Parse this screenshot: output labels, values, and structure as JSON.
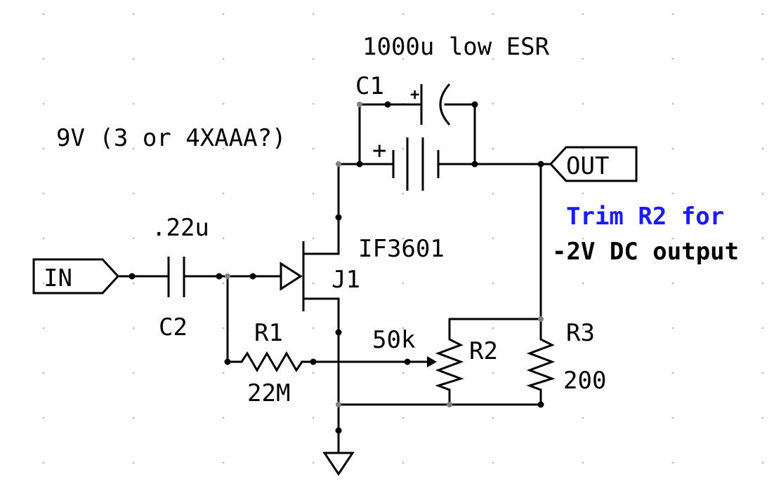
{
  "labels": {
    "cap_c1_value": "1000u low ESR",
    "cap_c1_ref": "C1",
    "battery_desc": "9V (3 or 4XAAA?)",
    "cap_c2_value": ".22u",
    "cap_c2_ref": "C2",
    "jfet_part": "IF3601",
    "jfet_ref": "J1",
    "r1_ref": "R1",
    "r1_value": "22M",
    "r2_value": "50k",
    "r2_ref": "R2",
    "r3_ref": "R3",
    "r3_value": "200",
    "port_in": "IN",
    "port_out": "OUT",
    "note_line1": "Trim R2 for",
    "note_line2": "-2V DC output",
    "plus_sign": "+"
  },
  "colors": {
    "note_line1": "#1a1aff",
    "note_line2": "#000000"
  }
}
